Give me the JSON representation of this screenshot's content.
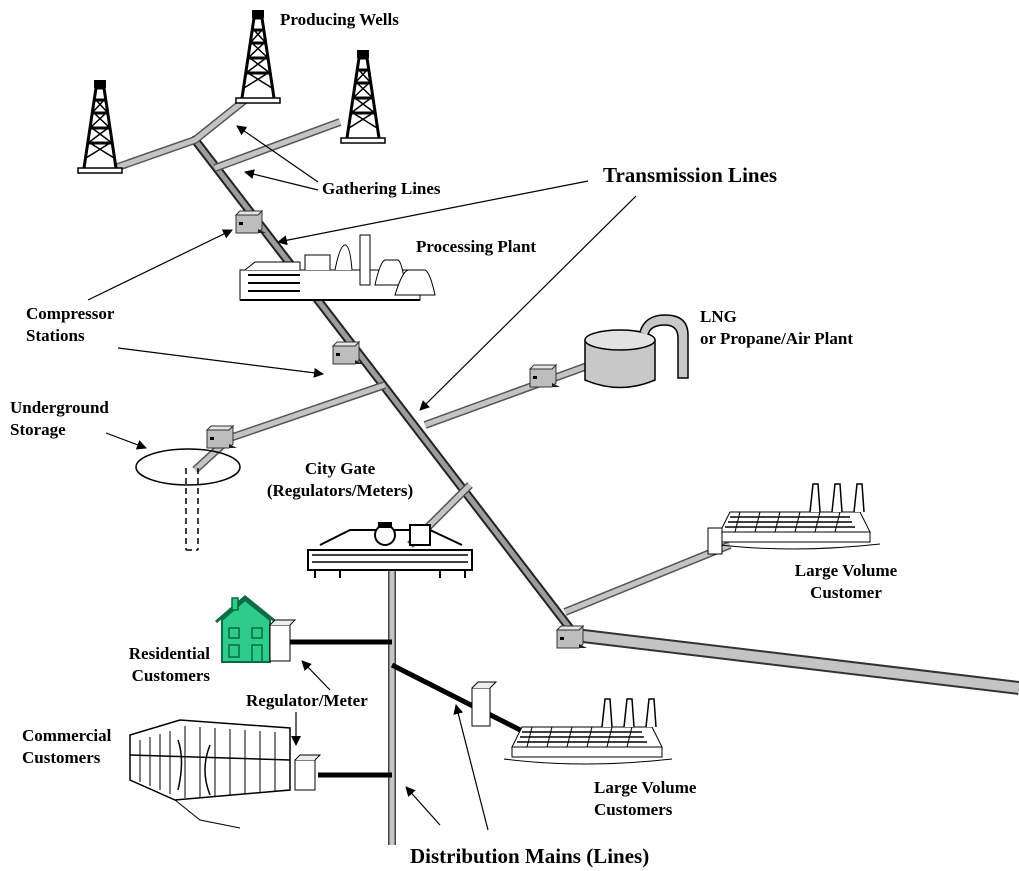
{
  "labels": {
    "producing_wells": "Producing Wells",
    "gathering_lines": "Gathering Lines",
    "transmission_lines": "Transmission Lines",
    "processing_plant": "Processing Plant",
    "compressor_stations_1": "Compressor",
    "compressor_stations_2": "Stations",
    "lng_1": "LNG",
    "lng_2": "or Propane/Air Plant",
    "underground_storage_1": "Underground",
    "underground_storage_2": "Storage",
    "city_gate_1": "City Gate",
    "city_gate_2": "(Regulators/Meters)",
    "large_volume_customer_1": "Large Volume",
    "large_volume_customer_2": "Customer",
    "residential_customers_1": "Residential",
    "residential_customers_2": "Customers",
    "regulator_meter": "Regulator/Meter",
    "commercial_customers_1": "Commercial",
    "commercial_customers_2": "Customers",
    "large_volume_customers_1": "Large Volume",
    "large_volume_customers_2": "Customers",
    "distribution_mains": "Distribution Mains (Lines)"
  },
  "colors": {
    "pipe_gray": "#b8b8b8",
    "pipe_edge": "#333333",
    "house_green": "#2ecc8a",
    "box_gray": "#bdbdbd"
  }
}
